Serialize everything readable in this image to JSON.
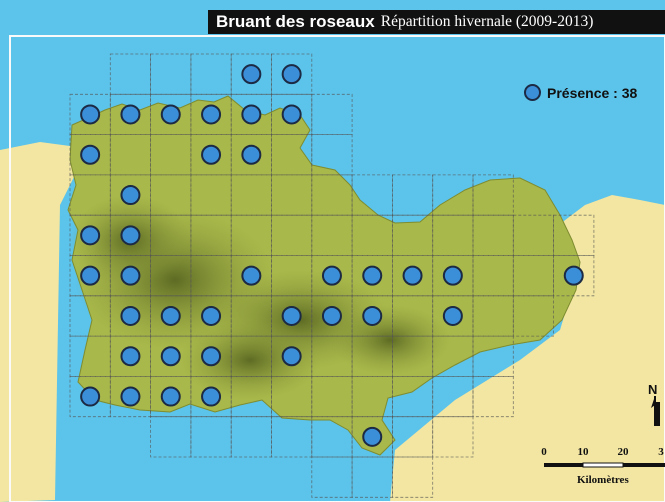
{
  "title": {
    "species": "Bruant des roseaux",
    "subtitle": "Répartition hivernale (2009-2013)"
  },
  "legend": {
    "label": "Présence : 38",
    "marker_color": "#3b8fd9"
  },
  "north_arrow": {
    "label": "N"
  },
  "scale": {
    "ticks": [
      "0",
      "10",
      "20",
      "3"
    ],
    "unit": "Kilomètres"
  },
  "colors": {
    "sea": "#5cc3ea",
    "land_outside": "#f2e6a2",
    "lowland": "#a9b84a",
    "hills": "#6f7f2c",
    "presence": "#3b8fd9",
    "presence_outline": "#1c2a44",
    "grid": "#555555",
    "title_bar": "#111111"
  },
  "presence_cells": [
    {
      "col": 4,
      "row": 0
    },
    {
      "col": 5,
      "row": 0
    },
    {
      "col": 0,
      "row": 1
    },
    {
      "col": 1,
      "row": 1
    },
    {
      "col": 2,
      "row": 1
    },
    {
      "col": 3,
      "row": 1
    },
    {
      "col": 4,
      "row": 1
    },
    {
      "col": 5,
      "row": 1
    },
    {
      "col": 0,
      "row": 2
    },
    {
      "col": 3,
      "row": 2
    },
    {
      "col": 4,
      "row": 2
    },
    {
      "col": 1,
      "row": 3
    },
    {
      "col": 0,
      "row": 4
    },
    {
      "col": 1,
      "row": 4
    },
    {
      "col": 0,
      "row": 5
    },
    {
      "col": 1,
      "row": 5
    },
    {
      "col": 4,
      "row": 5
    },
    {
      "col": 6,
      "row": 5
    },
    {
      "col": 7,
      "row": 5
    },
    {
      "col": 8,
      "row": 5
    },
    {
      "col": 9,
      "row": 5
    },
    {
      "col": 12,
      "row": 5
    },
    {
      "col": 1,
      "row": 6
    },
    {
      "col": 2,
      "row": 6
    },
    {
      "col": 3,
      "row": 6
    },
    {
      "col": 5,
      "row": 6
    },
    {
      "col": 6,
      "row": 6
    },
    {
      "col": 7,
      "row": 6
    },
    {
      "col": 9,
      "row": 6
    },
    {
      "col": 1,
      "row": 7
    },
    {
      "col": 2,
      "row": 7
    },
    {
      "col": 3,
      "row": 7
    },
    {
      "col": 5,
      "row": 7
    },
    {
      "col": 0,
      "row": 8
    },
    {
      "col": 1,
      "row": 8
    },
    {
      "col": 2,
      "row": 8
    },
    {
      "col": 3,
      "row": 8
    },
    {
      "col": 7,
      "row": 9
    }
  ],
  "grid_cells": [
    "1,0",
    "2,0",
    "3,0",
    "4,0",
    "5,0",
    "0,1",
    "1,1",
    "2,1",
    "3,1",
    "4,1",
    "5,1",
    "6,1",
    "0,2",
    "1,2",
    "2,2",
    "3,2",
    "4,2",
    "5,2",
    "6,2",
    "0,3",
    "1,3",
    "2,3",
    "3,3",
    "4,3",
    "5,3",
    "6,3",
    "7,3",
    "8,3",
    "9,3",
    "10,3",
    "0,4",
    "1,4",
    "2,4",
    "3,4",
    "4,4",
    "5,4",
    "6,4",
    "7,4",
    "8,4",
    "9,4",
    "10,4",
    "11,4",
    "12,4",
    "0,5",
    "1,5",
    "2,5",
    "3,5",
    "4,5",
    "5,5",
    "6,5",
    "7,5",
    "8,5",
    "9,5",
    "10,5",
    "11,5",
    "12,5",
    "0,6",
    "1,6",
    "2,6",
    "3,6",
    "4,6",
    "5,6",
    "6,6",
    "7,6",
    "8,6",
    "9,6",
    "10,6",
    "11,6",
    "0,7",
    "1,7",
    "2,7",
    "3,7",
    "4,7",
    "5,7",
    "6,7",
    "7,7",
    "8,7",
    "9,7",
    "10,7",
    "0,8",
    "1,8",
    "2,8",
    "3,8",
    "4,8",
    "5,8",
    "6,8",
    "7,8",
    "8,8",
    "9,8",
    "10,8",
    "2,9",
    "3,9",
    "4,9",
    "5,9",
    "6,9",
    "7,9",
    "8,9",
    "9,9",
    "6,10",
    "7,10",
    "8,10"
  ]
}
